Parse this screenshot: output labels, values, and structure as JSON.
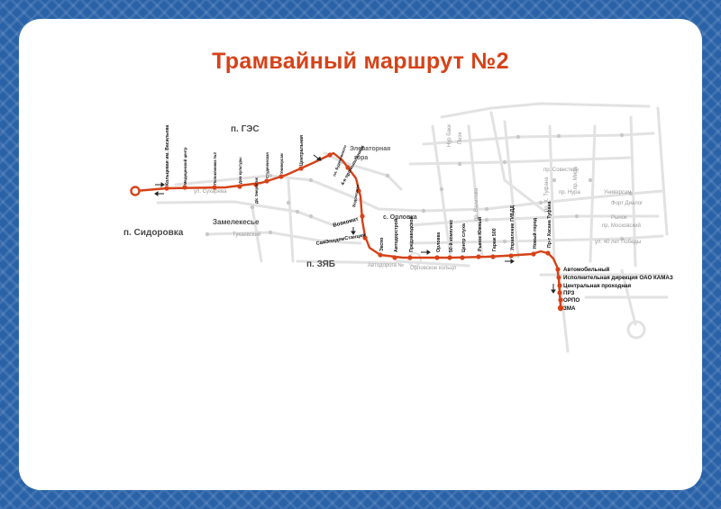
{
  "title": "Трамвайный маршрут №2",
  "colors": {
    "route": "#d64218",
    "street": "#e2e2e2",
    "street_stop": "#c8c8c8",
    "background_pattern": "#2a62a8"
  },
  "districts": {
    "ges": "п. ГЭС",
    "sidorovka": "п. Сидоровка",
    "zamelekesye": "Замелекесье",
    "zyab": "п. ЗЯБ",
    "orlovka": "с. Орловка",
    "elevator_line1": "Элеваторная",
    "elevator_line2": "гора"
  },
  "faint_labels": {
    "avtodoroga": "Автодорога №",
    "orlovskoe": "Орловское кольцо",
    "sukhareva": "ул. Сухарева",
    "tukaevsky": "Тукаевский",
    "nur_baki": "Нур баки",
    "pik": "Пиэк",
    "sovetskaya": "пр. Совесткие",
    "unicorm": "Универсам",
    "forth": "Форт Диалог",
    "rynok": "Рынок",
    "moscow": "пр. Московский",
    "pobedy": "ул. 40 лет Победы",
    "tufana": "пр. Х. Туфана",
    "mira": "пр. Мира",
    "nura": "пр. Нура",
    "vakhitova": "пр. Вахитова"
  },
  "stops_left": [
    "Кольцевая им. Васильева",
    "Медицинский центр",
    "Поликлиника №3",
    "Дом культуры",
    "Д/с Энергетик",
    "Студенческая",
    "Универсам",
    "Центральная",
    "пл. Буденовского",
    "4-я промышленная",
    "Водолазная",
    "Вовкомат",
    "СанЭпидемСтанция"
  ],
  "stops_bottom": [
    "Экспо",
    "Автодорстрой",
    "Предзаводской",
    "Орловка",
    "50-й комплекс",
    "Центр слуха",
    "Рынок Южный",
    "Гараж 500",
    "Управление ГИБДД",
    "Новый город",
    "Пр-т Хасана Туфана"
  ],
  "stops_terminal": [
    "Автомобильный",
    "Исполнительная дирекция ОАО КАМАЗ",
    "Центральная проходная",
    "ПРЗ",
    "ОРПО",
    "ЗМА"
  ]
}
